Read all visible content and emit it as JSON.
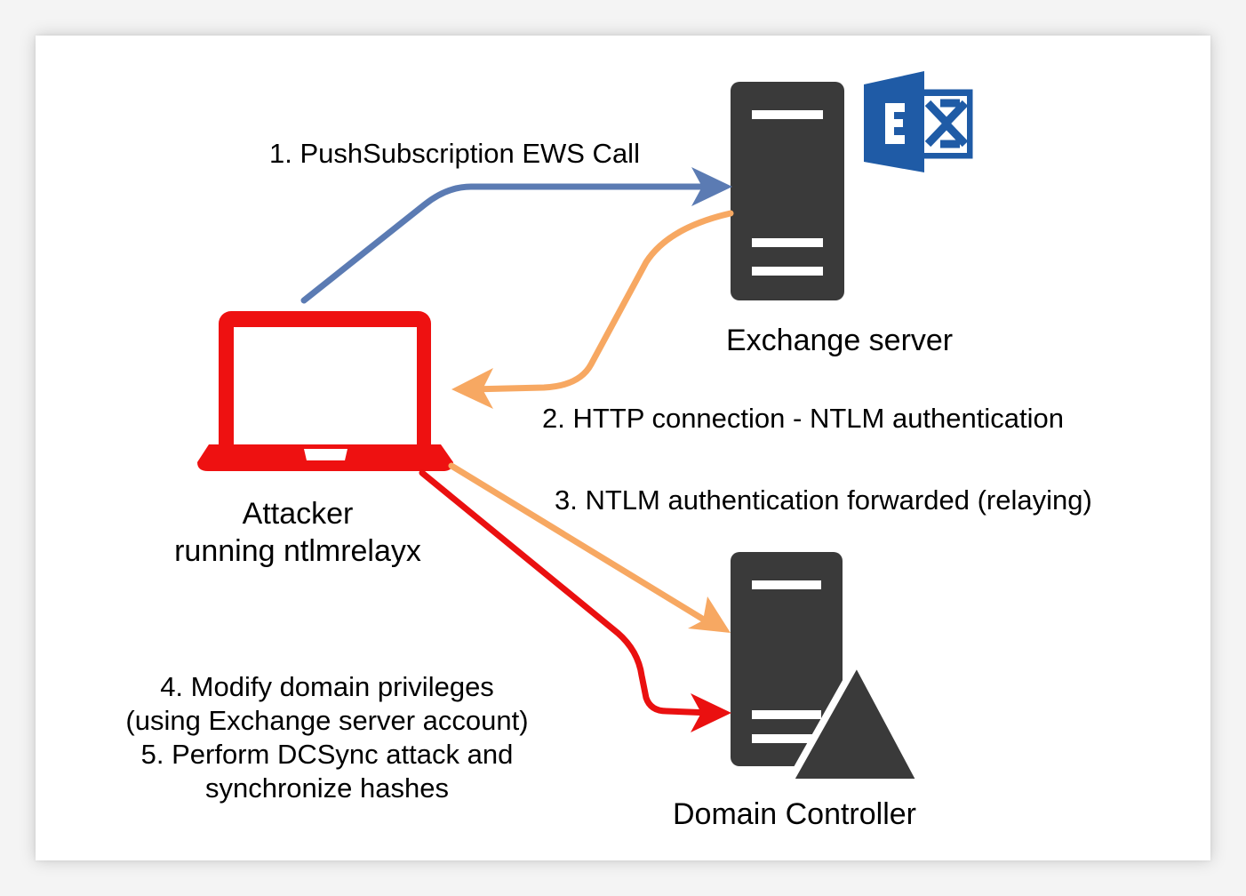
{
  "nodes": {
    "exchange_server": {
      "label": "Exchange server",
      "icon": "exchange-logo-icon"
    },
    "attacker": {
      "label_line1": "Attacker",
      "label_line2": "running ntlmrelayx",
      "icon": "laptop-icon"
    },
    "domain_controller": {
      "label": "Domain Controller",
      "icon": "server-icon"
    }
  },
  "steps": {
    "step1": "1. PushSubscription EWS Call",
    "step2": "2. HTTP connection - NTLM authentication",
    "step3": "3. NTLM authentication forwarded (relaying)",
    "step4_5": [
      "4. Modify domain privileges",
      "(using Exchange server account)",
      "5. Perform DCSync attack and",
      "synchronize hashes"
    ]
  },
  "logo": {
    "letter": "E"
  },
  "colors": {
    "blue_arrow": "#5b7bb3",
    "orange_arrow": "#f7a862",
    "red_arrow": "#ea1010",
    "server": "#3a3a3a",
    "laptop": "#ee1111",
    "exchange_logo": "#1f5ba6"
  }
}
